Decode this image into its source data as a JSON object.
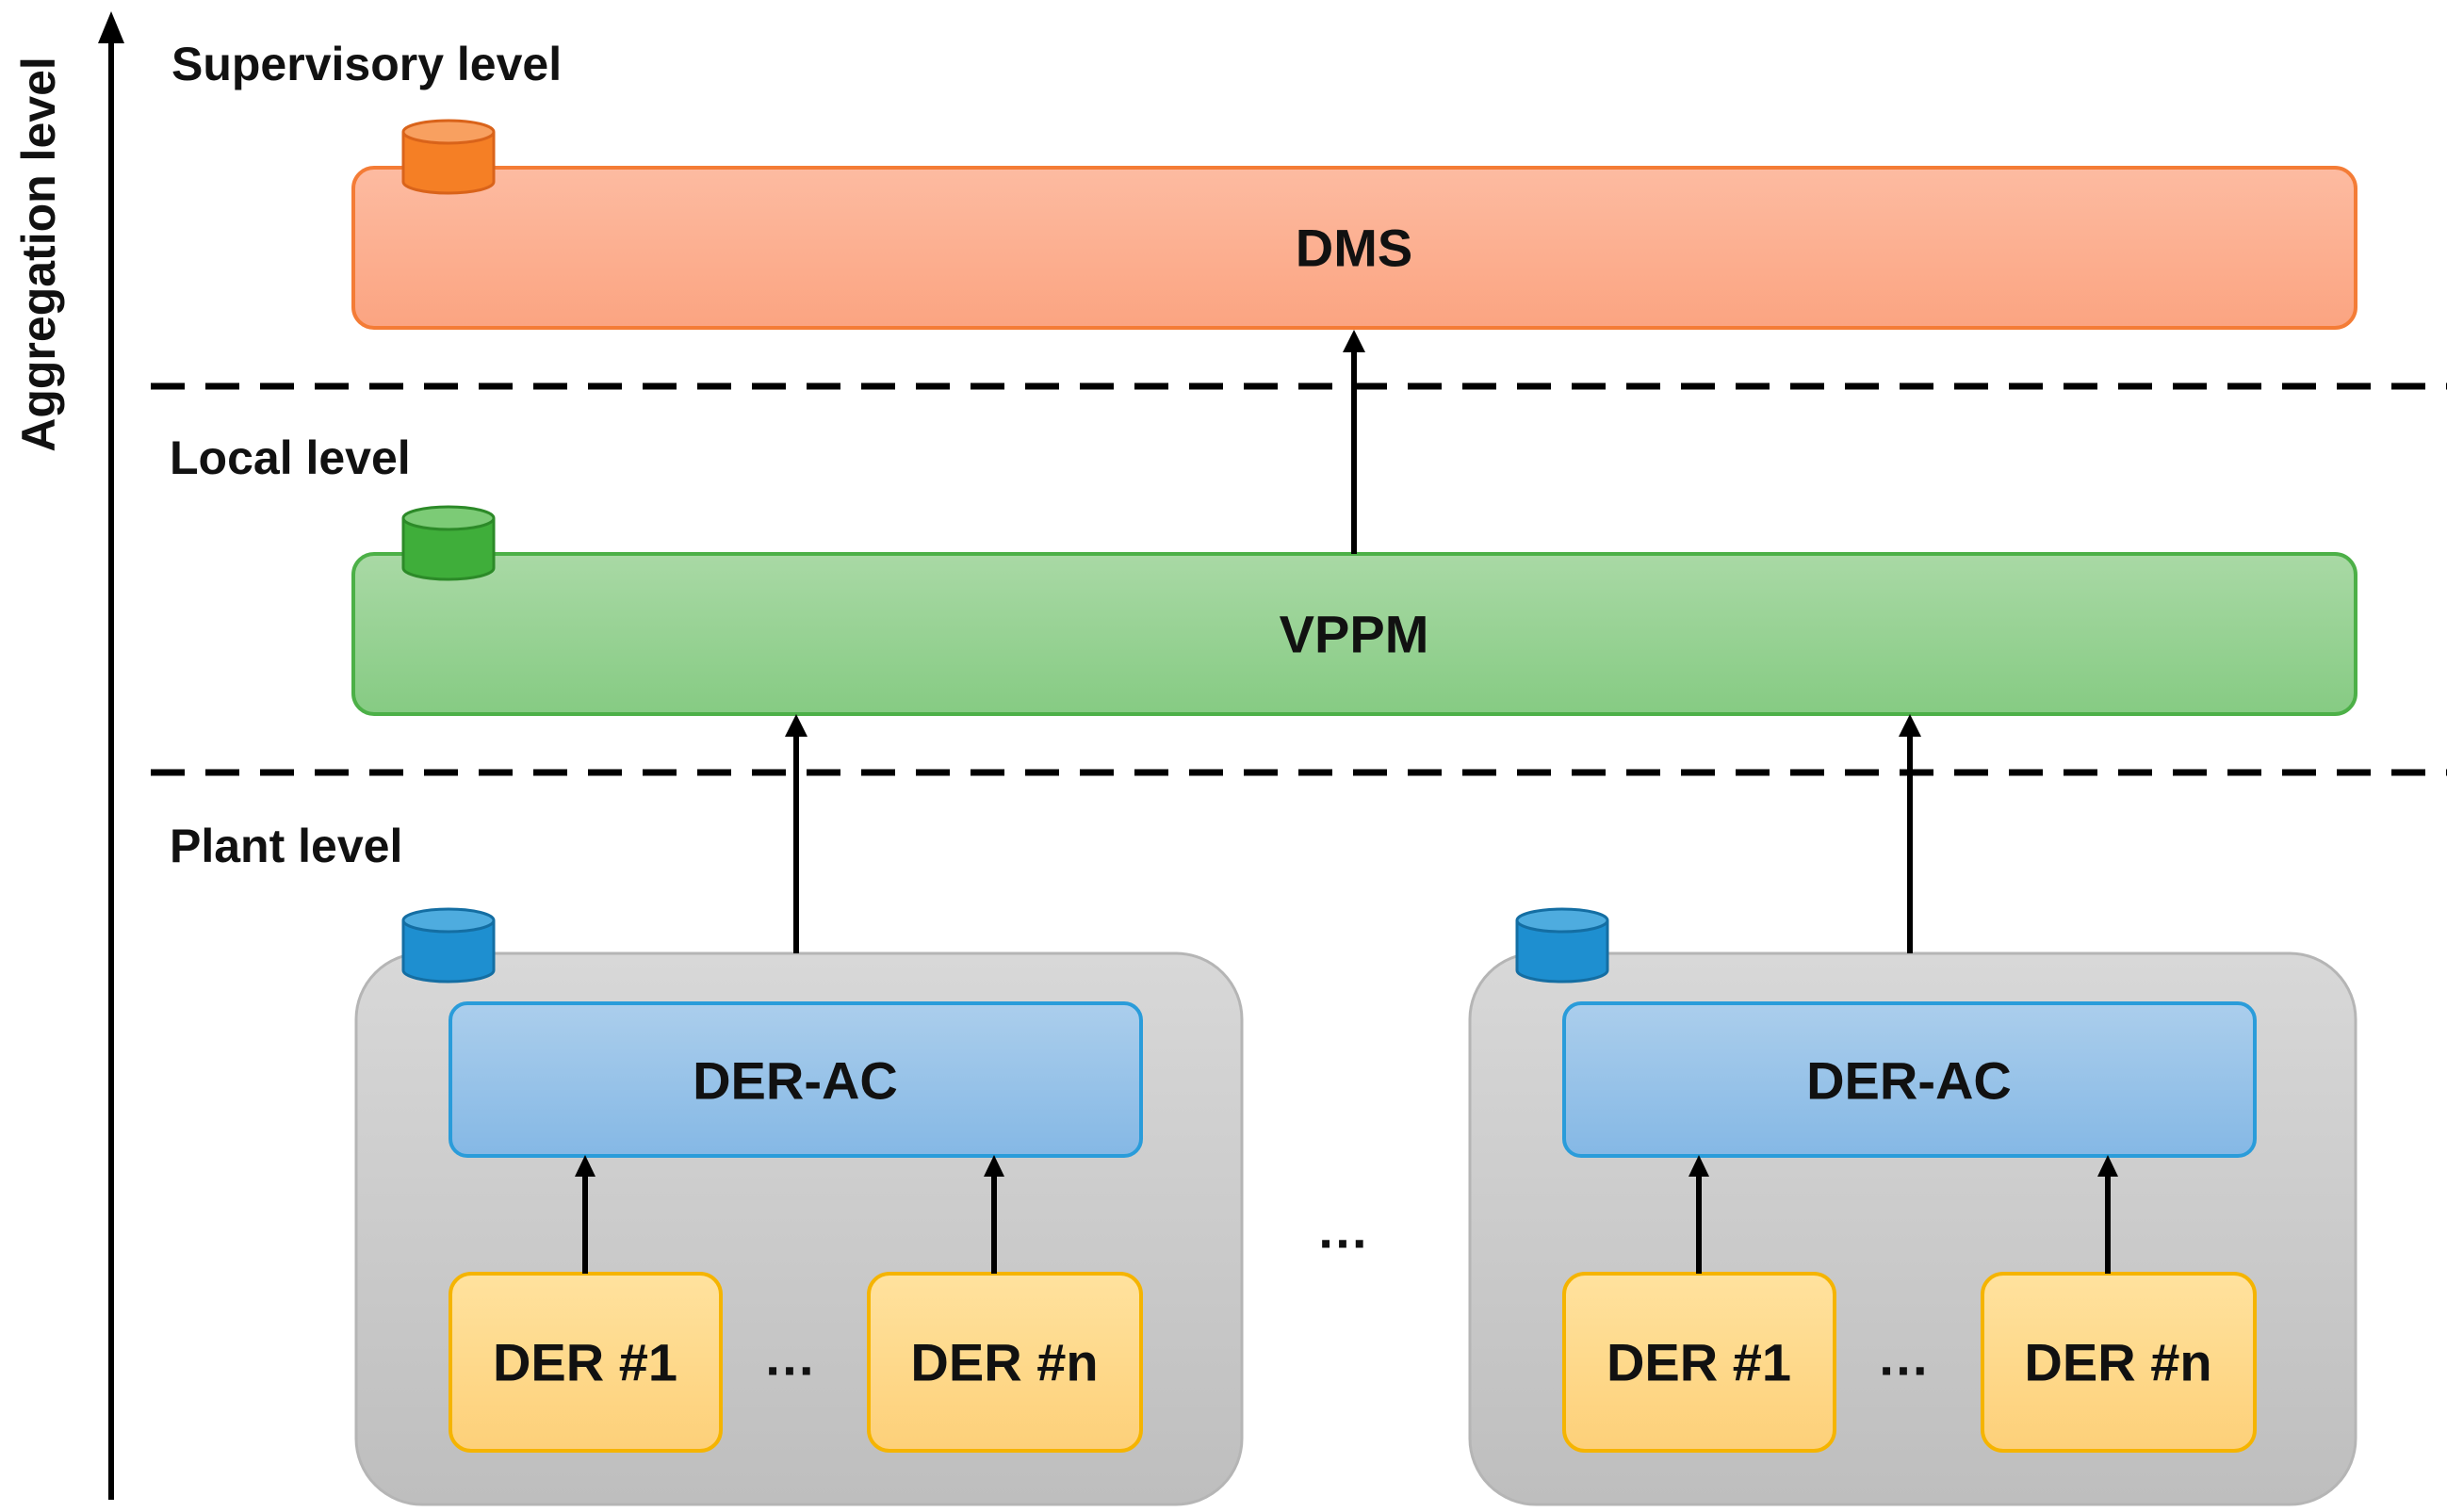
{
  "axis": {
    "label": "Aggregation level"
  },
  "levels": {
    "supervisory": "Supervisory level",
    "local": "Local level",
    "plant": "Plant level"
  },
  "nodes": {
    "dms": "DMS",
    "vppm": "VPPM",
    "plant_left": {
      "controller": "DER-AC",
      "der_first": "DER #1",
      "der_last": "DER #n",
      "ellipsis": "…"
    },
    "plant_right": {
      "controller": "DER-AC",
      "der_first": "DER #1",
      "der_last": "DER #n",
      "ellipsis": "…"
    },
    "plants_ellipsis": "…"
  },
  "colors": {
    "dms_fill_top": "#FDB89E",
    "dms_fill_bottom": "#FBA684",
    "dms_border": "#F47C36",
    "vppm_fill_top": "#A7D8A3",
    "vppm_fill_bottom": "#88CC85",
    "vppm_border": "#4CB047",
    "plant_fill_top": "#D6D6D6",
    "plant_fill_bottom": "#C0C0C0",
    "plant_border": "#B5B5B5",
    "derac_fill_top": "#A9CDEC",
    "derac_fill_bottom": "#87B9E6",
    "derac_border": "#2A9CDA",
    "der_fill_top": "#FFE099",
    "der_fill_bottom": "#FDD279",
    "der_border": "#F5B400",
    "db_orange": "#F57F25",
    "db_green": "#3FAE3A",
    "db_blue": "#1E8FD0"
  }
}
